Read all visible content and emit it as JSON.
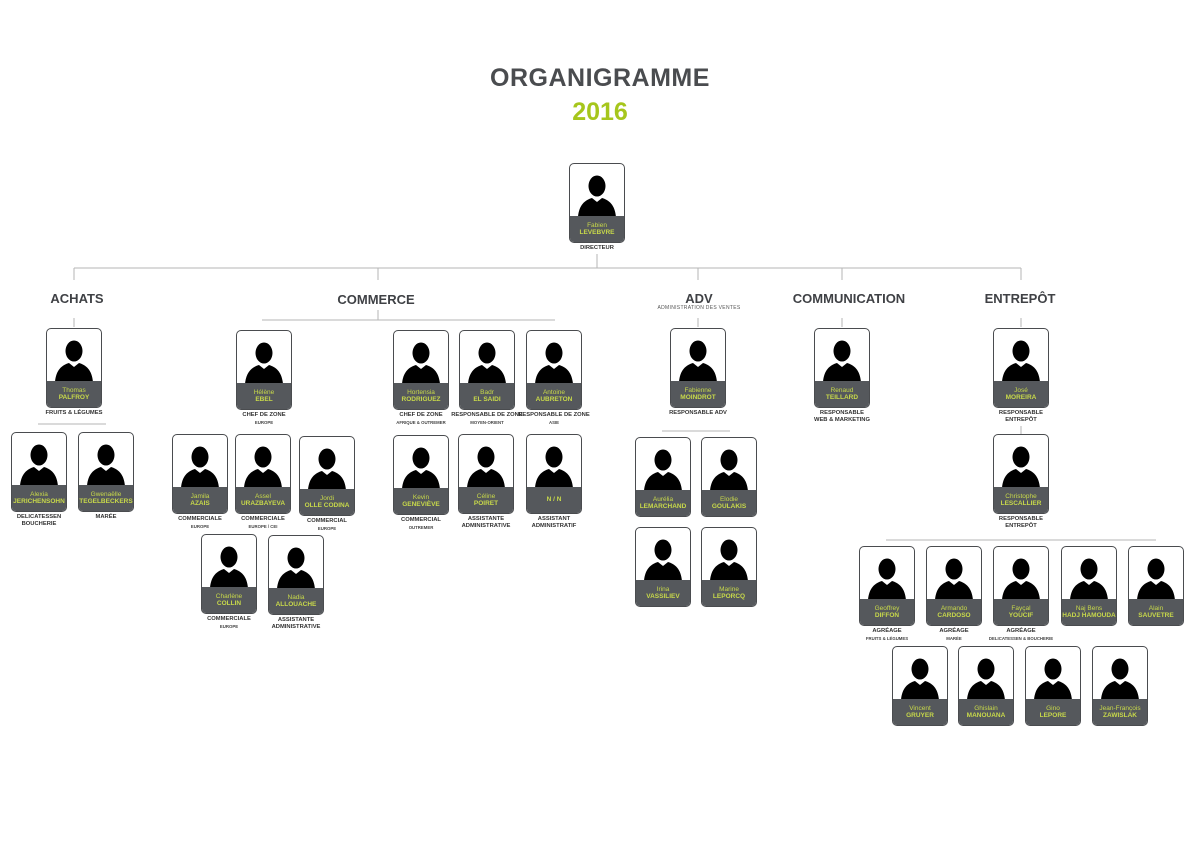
{
  "title": "ORGANIGRAMME",
  "year": "2016",
  "departments": {
    "achats": "ACHATS",
    "commerce": "COMMERCE",
    "adv": "ADV",
    "adv_sub": "ADMINISTRATION DES VENTES",
    "communication": "COMMUNICATION",
    "entrepot": "ENTREPÔT"
  },
  "people": [
    {
      "first": "Fabien",
      "last": "LEVEBVRE",
      "role": "DIRECTEUR",
      "role2": ""
    },
    {
      "first": "Thomas",
      "last": "PALFROY",
      "role": "FRUITS & LÉGUMES",
      "role2": ""
    },
    {
      "first": "Alexia",
      "last": "JERICHENSOHN",
      "role": "DELICATESSEN",
      "role2": "BOUCHERIE"
    },
    {
      "first": "Gwenaëlle",
      "last": "TEGELBECKERS",
      "role": "MARÉE",
      "role2": ""
    },
    {
      "first": "Hélène",
      "last": "EBEL",
      "role": "CHEF DE ZONE",
      "role2": "EUROPE"
    },
    {
      "first": "Hortensia",
      "last": "RODRIGUEZ",
      "role": "CHEF DE ZONE",
      "role2": "AFRIQUE & OUTREMER"
    },
    {
      "first": "Badr",
      "last": "EL SAIDI",
      "role": "RESPONSABLE DE ZONE",
      "role2": "MOYEN-ORIENT"
    },
    {
      "first": "Antoine",
      "last": "AUBRETON",
      "role": "RESPONSABLE DE ZONE",
      "role2": "ASIE"
    },
    {
      "first": "Jamila",
      "last": "AZAIS",
      "role": "COMMERCIALE",
      "role2": "EUROPE"
    },
    {
      "first": "Assel",
      "last": "URAZBAYEVA",
      "role": "COMMERCIALE",
      "role2": "EUROPE / CEI"
    },
    {
      "first": "Jordi",
      "last": "OLLE CODINA",
      "role": "COMMERCIAL",
      "role2": "EUROPE"
    },
    {
      "first": "Kevin",
      "last": "GENEVIÈVE",
      "role": "COMMERCIAL",
      "role2": "OUTREMER"
    },
    {
      "first": "Céline",
      "last": "POIRET",
      "role": "ASSISTANTE",
      "role2": "ADMINISTRATIVE"
    },
    {
      "first": "",
      "last": "N / N",
      "role": "ASSISTANT",
      "role2": "ADMINISTRATIF"
    },
    {
      "first": "Charlène",
      "last": "COLLIN",
      "role": "COMMERCIALE",
      "role2": "EUROPE"
    },
    {
      "first": "Nadia",
      "last": "ALLOUACHE",
      "role": "ASSISTANTE",
      "role2": "ADMINISTRATIVE"
    },
    {
      "first": "Fabienne",
      "last": "MOINDROT",
      "role": "RESPONSABLE ADV",
      "role2": ""
    },
    {
      "first": "Aurélia",
      "last": "LEMARCHAND",
      "role": "",
      "role2": ""
    },
    {
      "first": "Elodie",
      "last": "GOULAKIS",
      "role": "",
      "role2": ""
    },
    {
      "first": "Irina",
      "last": "VASSILIEV",
      "role": "",
      "role2": ""
    },
    {
      "first": "Marine",
      "last": "LEPORCQ",
      "role": "",
      "role2": ""
    },
    {
      "first": "Renaud",
      "last": "TEILLARD",
      "role": "RESPONSABLE",
      "role2": "WEB & MARKETING"
    },
    {
      "first": "José",
      "last": "MOREIRA",
      "role": "RESPONSABLE",
      "role2": "ENTREPÔT"
    },
    {
      "first": "Christophe",
      "last": "LESCALLIER",
      "role": "RESPONSABLE",
      "role2": "ENTREPÔT"
    },
    {
      "first": "Geoffrey",
      "last": "DIFFON",
      "role": "AGRÉAGE",
      "role2": "FRUITS & LÉGUMES"
    },
    {
      "first": "Armando",
      "last": "CARDOSO",
      "role": "AGRÉAGE",
      "role2": "MARÉE"
    },
    {
      "first": "Fayçal",
      "last": "YOUCIF",
      "role": "AGRÉAGE",
      "role2": "DELICATESSEN & BOUCHERIE"
    },
    {
      "first": "Naj Bens",
      "last": "HADJ HAMOUDA",
      "role": "",
      "role2": ""
    },
    {
      "first": "Alain",
      "last": "SAUVETRE",
      "role": "",
      "role2": ""
    },
    {
      "first": "Vincent",
      "last": "GRUYER",
      "role": "",
      "role2": ""
    },
    {
      "first": "Ghislain",
      "last": "MANOUANA",
      "role": "",
      "role2": ""
    },
    {
      "first": "Gino",
      "last": "LEPORE",
      "role": "",
      "role2": ""
    },
    {
      "first": "Jean-François",
      "last": "ZAWISLAK",
      "role": "",
      "role2": ""
    }
  ],
  "colors": {
    "title": "#4a4c4f",
    "year": "#a6c61c",
    "nameplate": "#55585c",
    "name_text": "#c8d94a",
    "connector": "#b5b5b5"
  },
  "icons": {
    "portrait": "person-silhouette-icon"
  }
}
